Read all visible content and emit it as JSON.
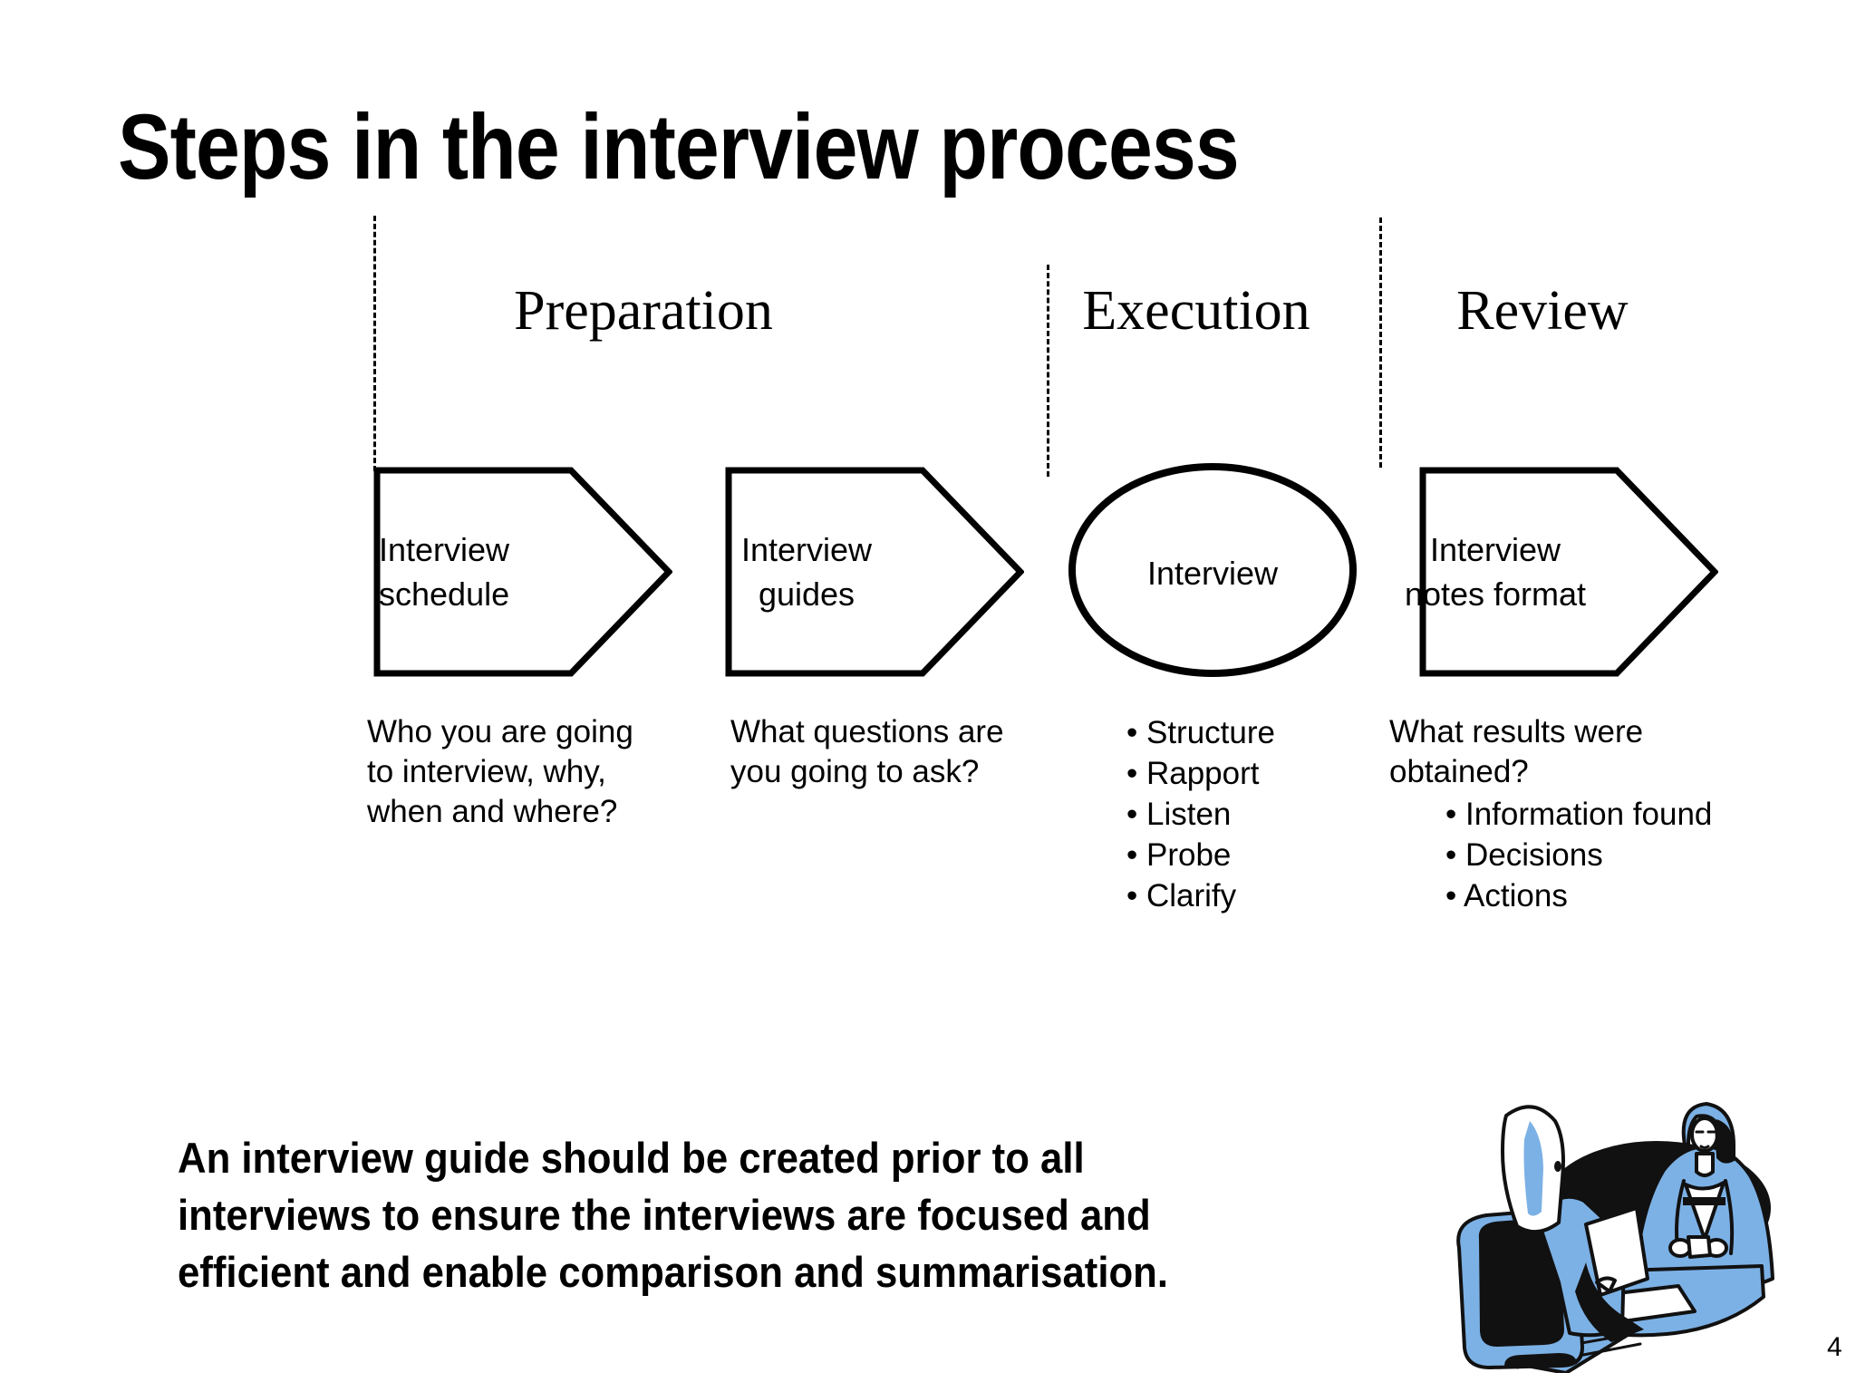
{
  "slide": {
    "title": "Steps in the interview process",
    "phases": {
      "preparation": "Preparation",
      "execution": "Execution",
      "review": "Review"
    },
    "steps": {
      "schedule": {
        "shape": "arrow",
        "label": "Interview\nschedule",
        "description": "Who you are going\nto interview, why,\nwhen and where?"
      },
      "guides": {
        "shape": "arrow",
        "label": "Interview\nguides",
        "description": "What questions are\nyou going to ask?"
      },
      "interview": {
        "shape": "ellipse",
        "label": "Interview",
        "bullets": [
          "• Structure",
          "• Rapport",
          "• Listen",
          "• Probe",
          "• Clarify"
        ]
      },
      "notes": {
        "shape": "arrow",
        "label": "Interview\nnotes format",
        "description": "What results were\nobtained?",
        "bullets": [
          "• Information found",
          "• Decisions",
          "• Actions"
        ]
      }
    },
    "callout": "An interview guide should be created prior to all\ninterviews to ensure the interviews are focused and\nefficient and enable comparison and summarisation.",
    "illustration": "two-people-interview",
    "page_number": "4",
    "colors": {
      "ink": "#000000",
      "accent_blue": "#7CB1E5",
      "background": "#FFFFFF"
    }
  }
}
